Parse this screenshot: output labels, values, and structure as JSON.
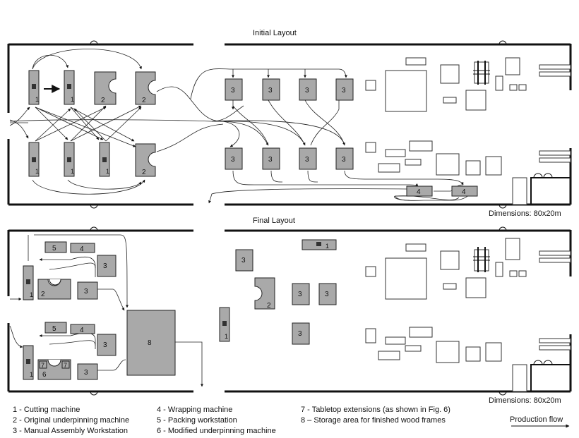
{
  "layouts": {
    "initial": {
      "title": "Initial Layout",
      "dimensions": "Dimensions: 80x20m"
    },
    "final": {
      "title": "Final Layout",
      "dimensions": "Dimensions: 80x20m"
    }
  },
  "machine_labels": {
    "cutting": "1",
    "underpinning": "2",
    "assembly": "3",
    "wrapping": "4",
    "packing": "5",
    "modified_underpinning": "6",
    "tabletop_ext": "7",
    "storage": "8"
  },
  "legend": {
    "items": [
      "1 - Cutting machine",
      "2 - Original underpinning machine",
      "3 - Manual Assembly Workstation",
      "4 - Wrapping machine",
      "5 - Packing workstation",
      "6 - Modified underpinning machine",
      "7 - Tabletop extensions (as shown in Fig. 6)",
      "8 – Storage area for finished wood frames"
    ],
    "flow_label": "Production flow"
  }
}
